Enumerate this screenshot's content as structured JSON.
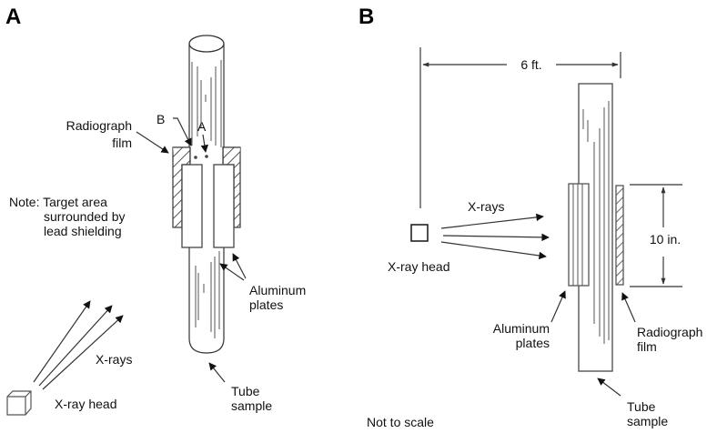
{
  "figure": {
    "panels": [
      {
        "id": "A",
        "label": "A",
        "callouts": {
          "point_b": "B",
          "point_a": "A",
          "radiograph_film": [
            "Radiograph",
            "film"
          ],
          "note": [
            "Note: Target area",
            "surrounded by",
            "lead shielding"
          ],
          "aluminum_plates": [
            "Aluminum",
            "plates"
          ],
          "x_rays": "X-rays",
          "x_ray_head": "X-ray head",
          "tube_sample": [
            "Tube",
            "sample"
          ]
        }
      },
      {
        "id": "B",
        "label": "B",
        "callouts": {
          "distance": "6 ft.",
          "x_rays": "X-rays",
          "x_ray_head": "X-ray head",
          "plate_span": "10 in.",
          "aluminum_plates": [
            "Aluminum",
            "plates"
          ],
          "radiograph_film": [
            "Radiograph",
            "film"
          ],
          "tube_sample": [
            "Tube",
            "sample"
          ],
          "scale_note": "Not to scale"
        }
      }
    ],
    "colors": {
      "ink": "#111111",
      "line": "#444444",
      "background": "#ffffff"
    }
  }
}
